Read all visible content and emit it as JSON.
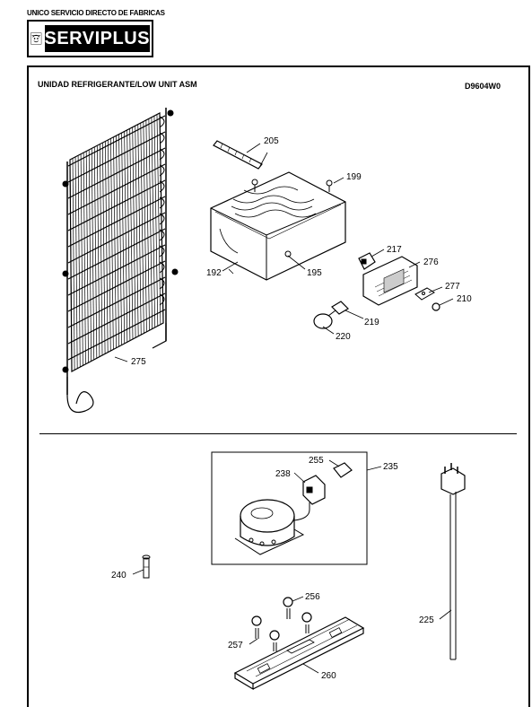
{
  "header": {
    "tagline": "UNICO SERVICIO DIRECTO DE FABRICAS",
    "brand": "SERVIPLUS"
  },
  "page": {
    "title": "UNIDAD REFRIGERANTE/LOW UNIT ASM",
    "model_code": "D9604W0"
  },
  "part_labels": {
    "p205": "205",
    "p199": "199",
    "p192": "192",
    "p195": "195",
    "p217": "217",
    "p276": "276",
    "p277": "277",
    "p210": "210",
    "p219": "219",
    "p220": "220",
    "p275": "275",
    "p255": "255",
    "p238": "238",
    "p235": "235",
    "p240": "240",
    "p256": "256",
    "p257": "257",
    "p225": "225",
    "p260": "260"
  }
}
